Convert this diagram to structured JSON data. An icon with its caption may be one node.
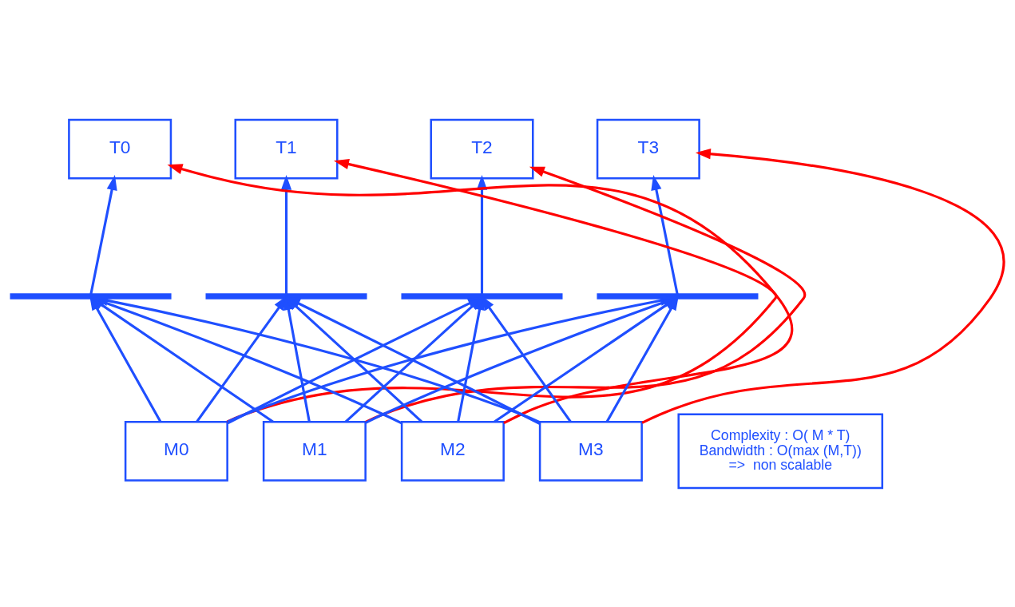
{
  "diagram": {
    "nodes": [
      {
        "text": [
          "T0"
        ]
      },
      {
        "text": [
          "T1"
        ]
      },
      {
        "text": [
          "T2"
        ]
      },
      {
        "text": [
          "T3"
        ]
      },
      {
        "text": [],
        "shape": "bar"
      },
      {
        "text": [],
        "shape": "bar"
      },
      {
        "text": [],
        "shape": "bar"
      },
      {
        "text": [],
        "shape": "bar"
      },
      {
        "text": [
          "Complexity : O( M * T)",
          "Bandwidth : O(max (M,T))",
          "=>  non scalable"
        ]
      },
      {
        "text": [
          "M0"
        ]
      },
      {
        "text": [
          "M1"
        ]
      },
      {
        "text": [
          "M2"
        ]
      },
      {
        "text": [
          "M3"
        ]
      }
    ],
    "edges": [
      {
        "from": 4,
        "to": 0,
        "arrow": "to"
      },
      {
        "from": 5,
        "to": 1,
        "arrow": "to"
      },
      {
        "from": 6,
        "to": 2,
        "arrow": "to"
      },
      {
        "from": 7,
        "to": 3,
        "arrow": "to"
      },
      {
        "from": 9,
        "to": 4,
        "arrow": "to"
      },
      {
        "from": 9,
        "to": 5,
        "arrow": "to"
      },
      {
        "from": 9,
        "to": 6,
        "arrow": "to"
      },
      {
        "from": 9,
        "to": 7,
        "arrow": "to"
      },
      {
        "from": 10,
        "to": 4,
        "arrow": "to"
      },
      {
        "from": 10,
        "to": 5,
        "arrow": "to"
      },
      {
        "from": 10,
        "to": 6,
        "arrow": "to"
      },
      {
        "from": 10,
        "to": 7,
        "arrow": "to"
      },
      {
        "from": 11,
        "to": 4,
        "arrow": "to"
      },
      {
        "from": 11,
        "to": 5,
        "arrow": "to"
      },
      {
        "from": 11,
        "to": 6,
        "arrow": "to"
      },
      {
        "from": 11,
        "to": 7,
        "arrow": "to"
      },
      {
        "from": 12,
        "to": 4,
        "arrow": "to"
      },
      {
        "from": 12,
        "to": 5,
        "arrow": "to"
      },
      {
        "from": 12,
        "to": 6,
        "arrow": "to"
      },
      {
        "from": 12,
        "to": 7,
        "arrow": "to"
      },
      {
        "from": 11,
        "to": 0,
        "arrow": "to",
        "color": "#ff0000"
      },
      {
        "from": 9,
        "to": 1,
        "arrow": "to",
        "color": "#ff0000"
      },
      {
        "from": 10,
        "to": 2,
        "arrow": "to",
        "color": "#ff0000"
      },
      {
        "from": 12,
        "to": 3,
        "arrow": "to",
        "color": "#ff0000"
      }
    ]
  }
}
